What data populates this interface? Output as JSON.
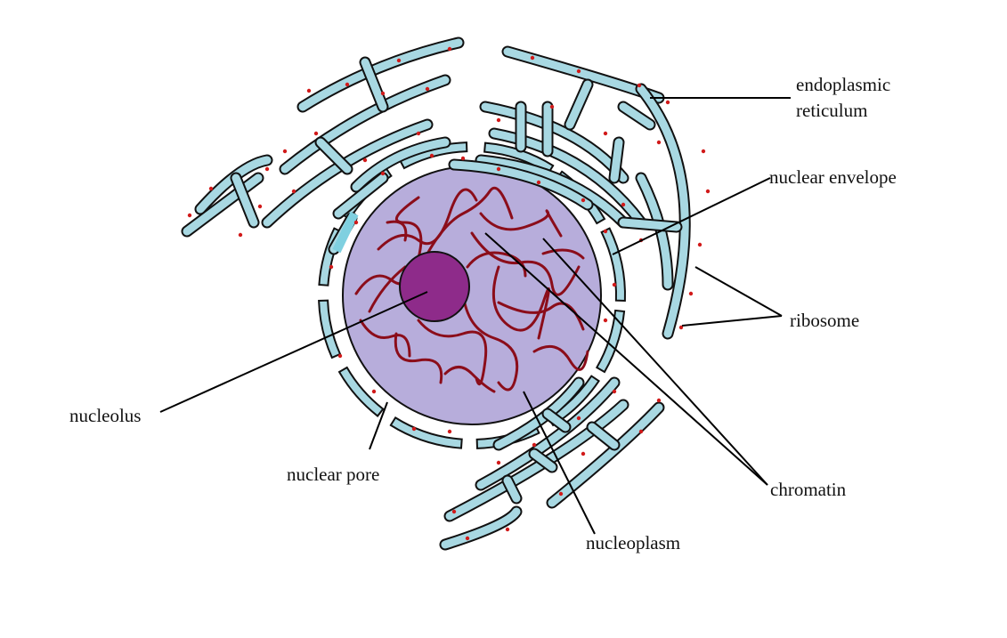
{
  "labels": {
    "endoplasmic_line1": "endoplasmic",
    "endoplasmic_line2": "reticulum",
    "nuclear_envelope": "nuclear envelope",
    "ribosome": "ribosome",
    "chromatin": "chromatin",
    "nucleoplasm": "nucleoplasm",
    "nuclear_pore": "nuclear pore",
    "nucleolus": "nucleolus"
  },
  "colors": {
    "nucleus_fill": "#b7addb",
    "nucleolus_fill": "#8e2b8a",
    "chromatin_stroke": "#8b0d1a",
    "er_fill": "#a8d8e2",
    "ribosome_dot": "#d11a1a",
    "outline": "#111111"
  }
}
